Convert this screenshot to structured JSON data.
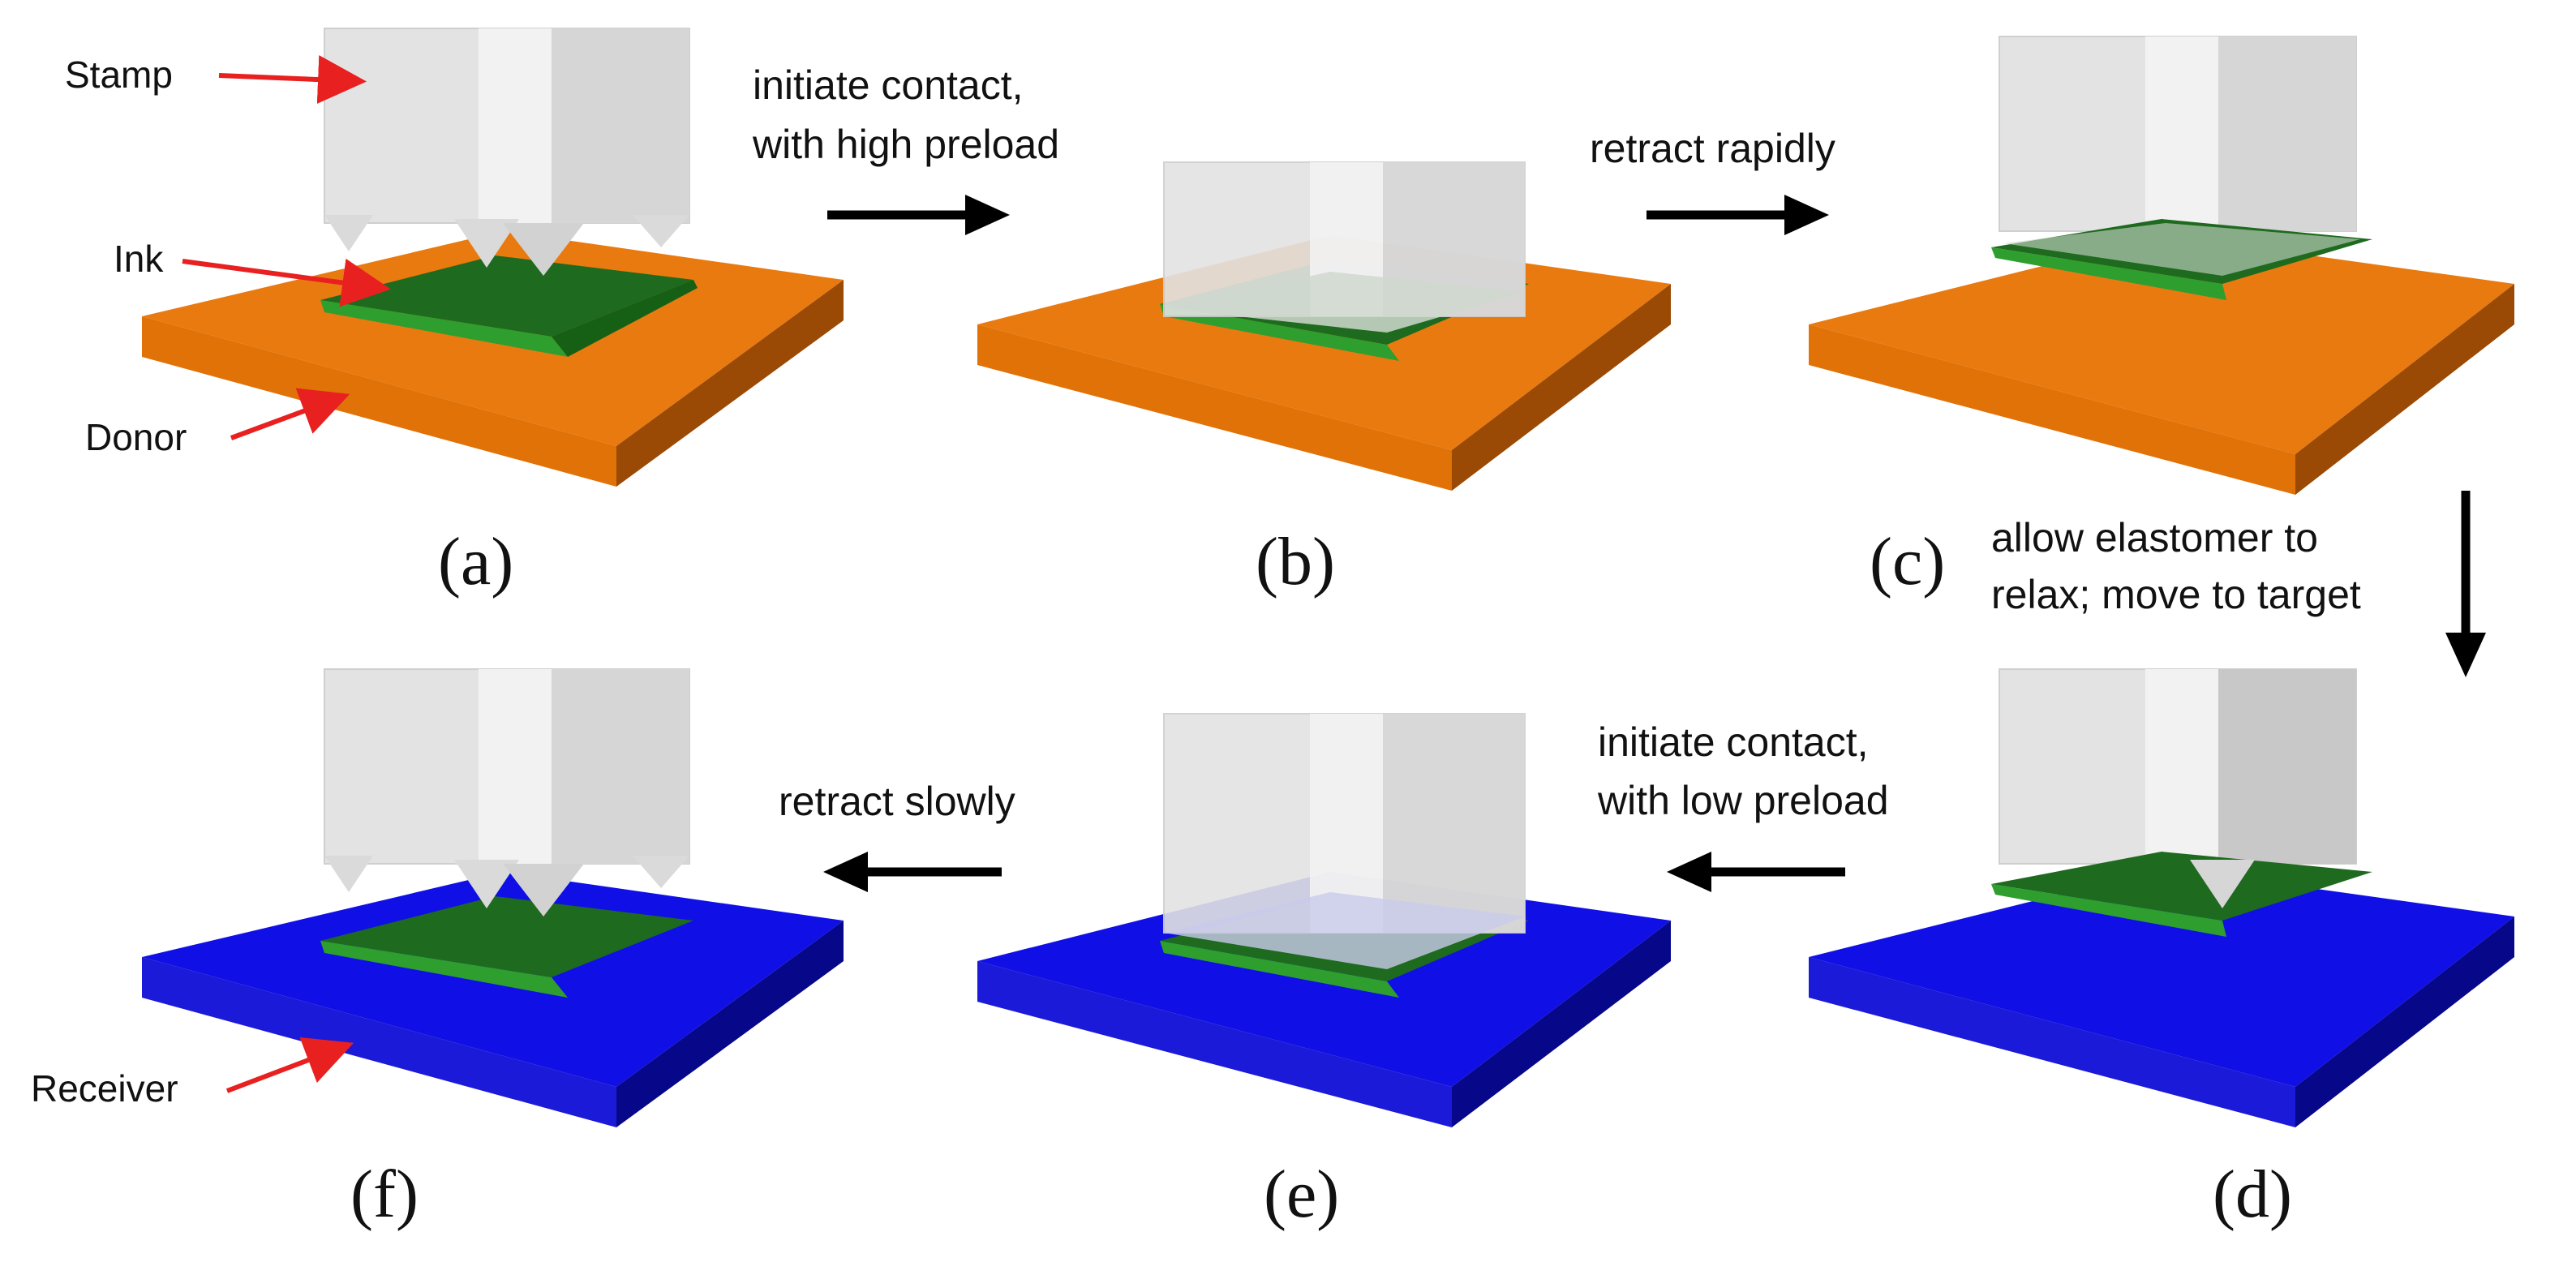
{
  "colors": {
    "donor": "#E97A10",
    "receiver": "#1010E6",
    "ink": "#1E8A1E",
    "stamp": "#E6E6E6",
    "label_arrow": "#E82020",
    "process_arrow": "#000000"
  },
  "components": {
    "stamp": "Stamp",
    "ink": "Ink",
    "donor": "Donor",
    "receiver": "Receiver"
  },
  "steps": {
    "a_to_b": [
      "initiate contact,",
      "with high preload"
    ],
    "b_to_c": [
      "retract rapidly"
    ],
    "c_to_d": [
      "allow elastomer to",
      "relax; move to target"
    ],
    "d_to_e": [
      "initiate contact,",
      "with low preload"
    ],
    "e_to_f": [
      "retract slowly"
    ]
  },
  "panels": {
    "a": "(a)",
    "b": "(b)",
    "c": "(c)",
    "d": "(d)",
    "e": "(e)",
    "f": "(f)"
  }
}
